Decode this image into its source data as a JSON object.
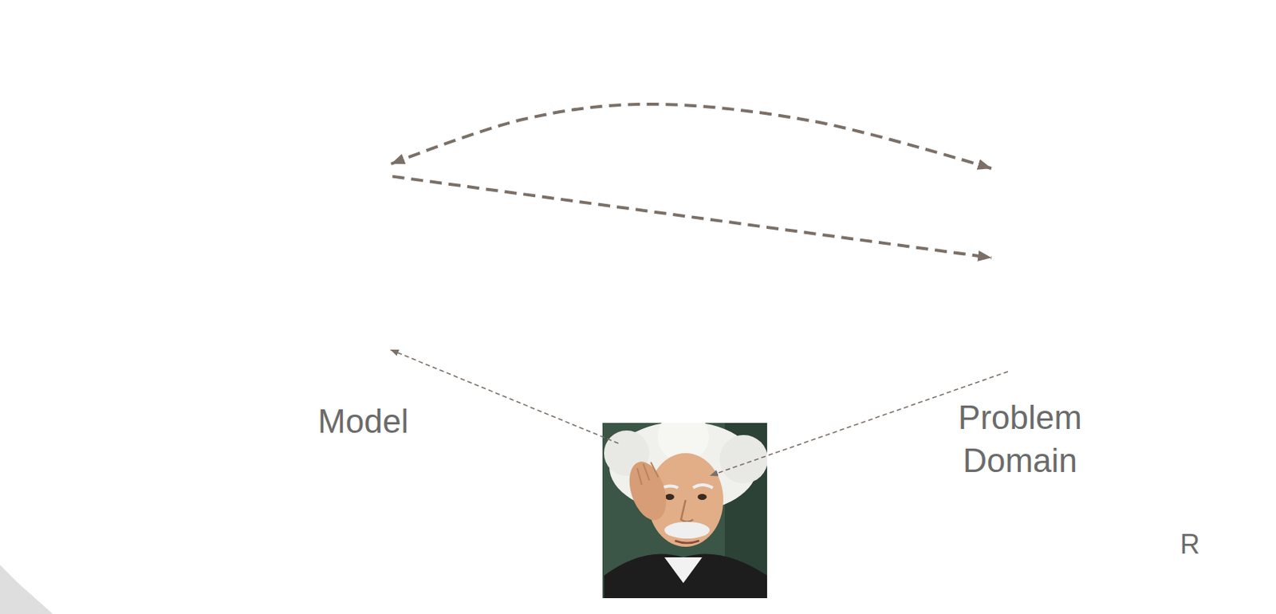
{
  "diagram": {
    "nodes": [
      {
        "text": [
          "R"
        ]
      },
      {
        "text": [
          "Model"
        ],
        "in": 0
      },
      {
        "text": [
          "Problem Domain"
        ],
        "in": 0
      }
    ],
    "edges": [
      {
        "from": 1,
        "to": 2,
        "arrow": "both"
      },
      {
        "from": 1,
        "to": 2,
        "arrow": "to"
      }
    ]
  }
}
